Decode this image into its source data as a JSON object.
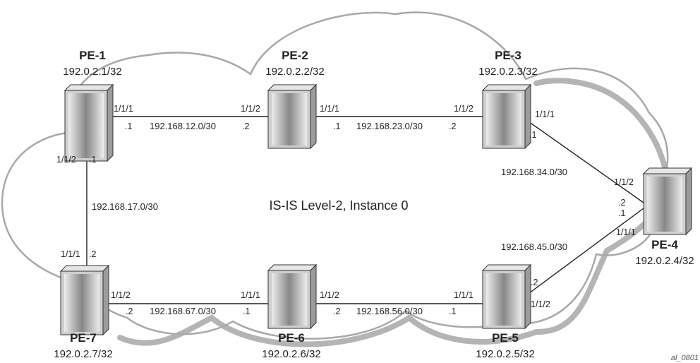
{
  "center_label": "IS-IS Level-2, Instance 0",
  "figure_id": "al_0801",
  "routers": [
    {
      "name": "PE-1",
      "address": "192.0.2.1/32"
    },
    {
      "name": "PE-2",
      "address": "192.0.2.2/32"
    },
    {
      "name": "PE-3",
      "address": "192.0.2.3/32"
    },
    {
      "name": "PE-4",
      "address": "192.0.2.4/32"
    },
    {
      "name": "PE-5",
      "address": "192.0.2.5/32"
    },
    {
      "name": "PE-6",
      "address": "192.0.2.6/32"
    },
    {
      "name": "PE-7",
      "address": "192.0.2.7/32"
    }
  ],
  "links": [
    {
      "subnet": "192.168.12.0/30",
      "a_port": "1/1/1",
      "a_host": ".1",
      "b_port": "1/1/2",
      "b_host": ".2"
    },
    {
      "subnet": "192.168.23.0/30",
      "a_port": "1/1/1",
      "a_host": ".1",
      "b_port": "1/1/2",
      "b_host": ".2"
    },
    {
      "subnet": "192.168.34.0/30",
      "a_port": "1/1/1",
      "a_host": ".1",
      "b_port": "1/1/2",
      "b_host": ".2"
    },
    {
      "subnet": "192.168.45.0/30",
      "a_port": "1/1/1",
      "a_host": ".1",
      "b_port": "1/1/2",
      "b_host": ".2"
    },
    {
      "subnet": "192.168.56.0/30",
      "a_port": "1/1/1",
      "a_host": ".1",
      "b_port": "1/1/2",
      "b_host": ".2"
    },
    {
      "subnet": "192.168.67.0/30",
      "a_port": "1/1/1",
      "a_host": ".1",
      "b_port": "1/1/2",
      "b_host": ".2"
    },
    {
      "subnet": "192.168.17.0/30",
      "a_port": "1/1/2",
      "a_host": ".1",
      "b_port": "1/1/1",
      "b_host": ".2"
    }
  ],
  "colors": {
    "cloud_outline": "#a8a8a8",
    "cloud_shadow": "#b4b4b4",
    "router_face": "#cfcfcf",
    "router_top": "#e6e6e6",
    "router_side": "#9c9c9c",
    "link": "#222222"
  }
}
